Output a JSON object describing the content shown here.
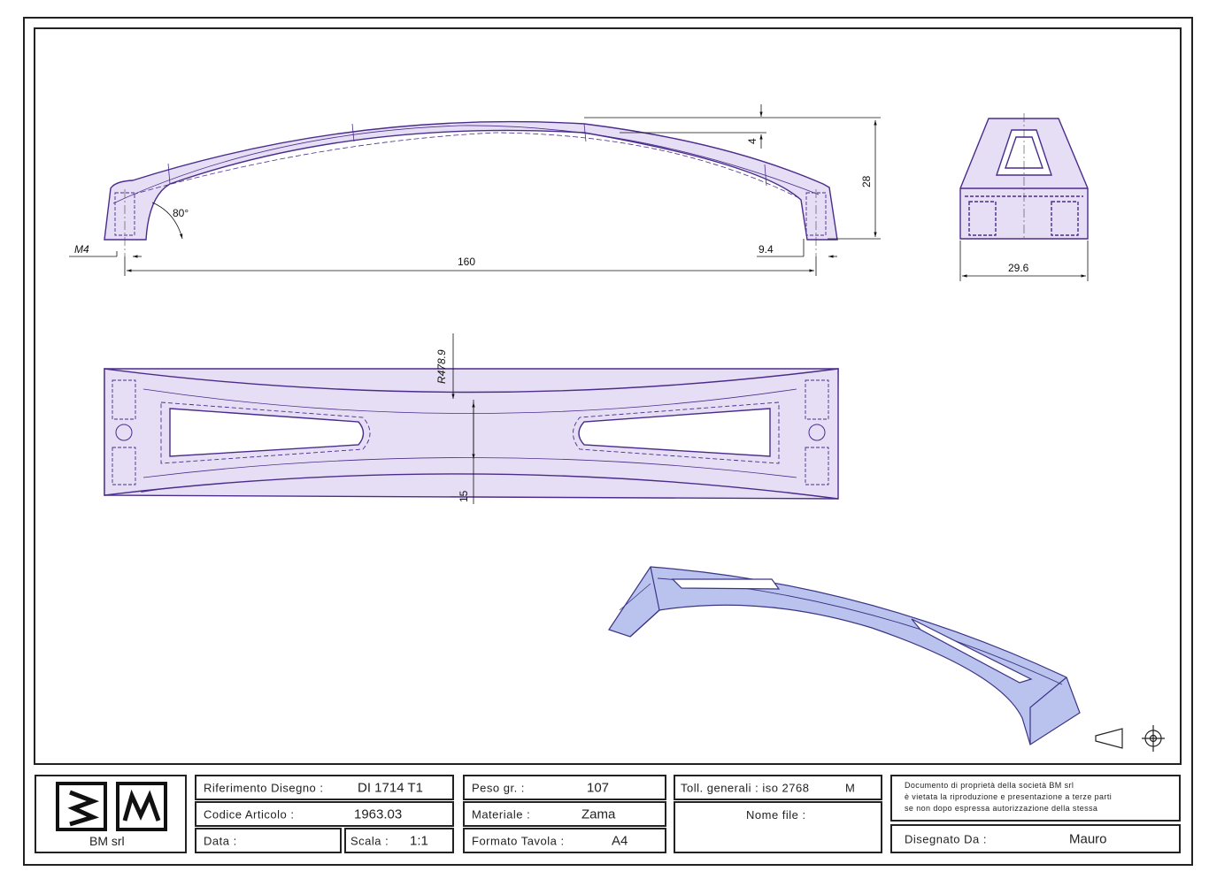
{
  "dimensions": {
    "m4": "M4",
    "angle": "80°",
    "length": "160",
    "offset": "9.4",
    "height": "28",
    "thickness": "4",
    "width": "29.6",
    "radius": "R478.9",
    "mid_width": "15"
  },
  "title_block": {
    "company": "BM srl",
    "drawing_ref_label": "Riferimento Disegno :",
    "drawing_ref": "DI 1714 T1",
    "article_code_label": "Codice Articolo :",
    "article_code": "1963.03",
    "date_label": "Data :",
    "date": "",
    "scale_label": "Scala :",
    "scale": "1:1",
    "weight_label": "Peso gr. :",
    "weight": "107",
    "material_label": "Materiale :",
    "material": "Zama",
    "format_label": "Formato Tavola :",
    "format": "A4",
    "tolerance_label": "Toll. generali :  iso 2768",
    "tolerance_class": "M",
    "filename_label": "Nome file :",
    "notice_lines": [
      "Documento di proprietà della società BM srl",
      "è vietata la riproduzione e presentazione a terze parti",
      "se non dopo espressa autorizzazione della stessa"
    ],
    "drawn_by_label": "Disegnato Da :",
    "drawn_by": "Mauro"
  },
  "colors": {
    "part_outline": "#4b2c8c",
    "part_fill": "#e6def5",
    "iso_fill": "#b9c3ee",
    "frame": "#222222"
  }
}
